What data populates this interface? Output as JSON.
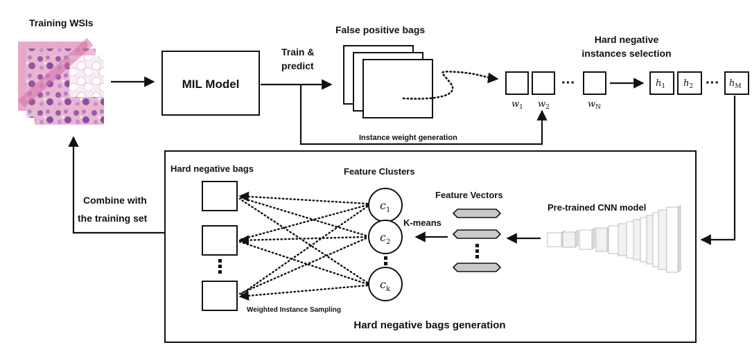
{
  "labels": {
    "training_wsis": "Training WSIs",
    "mil_model": "MIL Model",
    "train_predict_1": "Train &",
    "train_predict_2": "predict",
    "false_positive_bags": "False positive bags",
    "hard_negative_1": "Hard negative",
    "hard_negative_2": "instances selection",
    "instance_weight_generation": "Instance weight generation",
    "hard_negative_bags": "Hard negative bags",
    "feature_clusters": "Feature Clusters",
    "feature_vectors": "Feature Vectors",
    "pretrained_cnn": "Pre-trained CNN model",
    "kmeans": "K-means",
    "combine_1": "Combine with",
    "combine_2": "the training set",
    "weighted_sampling": "Weighted Instance Sampling",
    "hn_generation": "Hard negative bags generation"
  },
  "weights": [
    {
      "base": "w",
      "sub": "1"
    },
    {
      "base": "w",
      "sub": "2"
    },
    {
      "base": "w",
      "sub": "N"
    }
  ],
  "hard_instances": [
    {
      "base": "h",
      "sub": "1"
    },
    {
      "base": "h",
      "sub": "2"
    },
    {
      "base": "h",
      "sub": "M"
    }
  ],
  "clusters": [
    {
      "base": "c",
      "sub": "1"
    },
    {
      "base": "c",
      "sub": "2"
    },
    {
      "base": "c",
      "sub": "k"
    }
  ],
  "colors": {
    "tissue_pink": "#e39ac0",
    "tissue_purple": "#8a4f9e",
    "feature_vector": "#c9c9c9",
    "line": "#111111"
  }
}
